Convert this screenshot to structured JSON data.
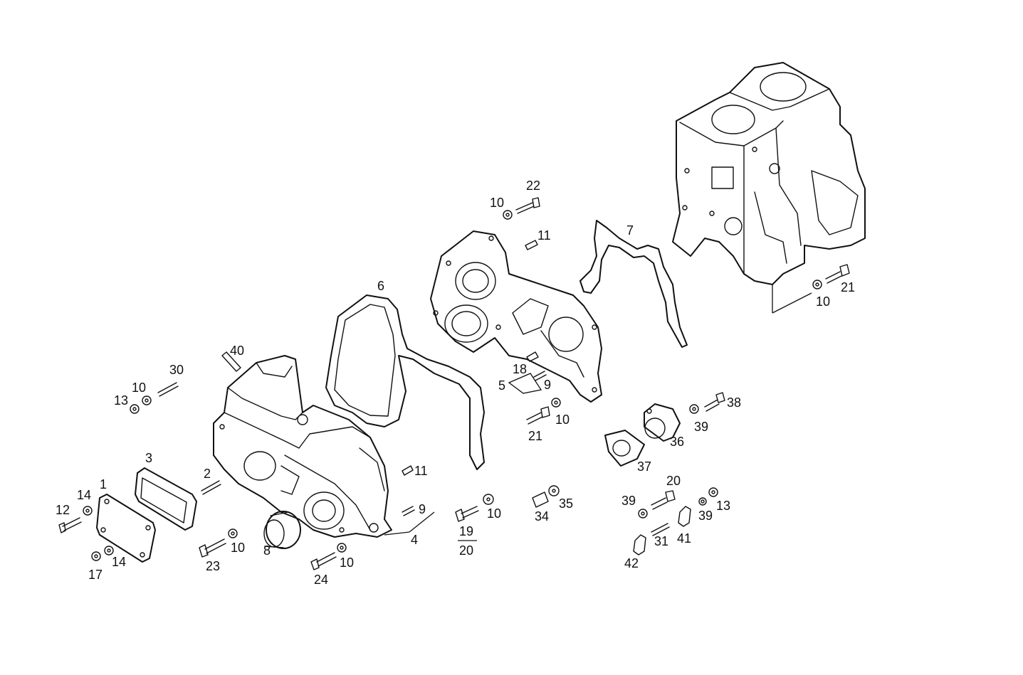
{
  "callouts": [
    {
      "id": "c1",
      "text": "1"
    },
    {
      "id": "c2",
      "text": "2"
    },
    {
      "id": "c3",
      "text": "3"
    },
    {
      "id": "c4",
      "text": "4"
    },
    {
      "id": "c5",
      "text": "5"
    },
    {
      "id": "c6",
      "text": "6"
    },
    {
      "id": "c7",
      "text": "7"
    },
    {
      "id": "c8",
      "text": "8"
    },
    {
      "id": "c9a",
      "text": "9"
    },
    {
      "id": "c9b",
      "text": "9"
    },
    {
      "id": "c10a",
      "text": "10"
    },
    {
      "id": "c10b",
      "text": "10"
    },
    {
      "id": "c10c",
      "text": "10"
    },
    {
      "id": "c10d",
      "text": "10"
    },
    {
      "id": "c10e",
      "text": "10"
    },
    {
      "id": "c10f",
      "text": "10"
    },
    {
      "id": "c10g",
      "text": "10"
    },
    {
      "id": "c11a",
      "text": "11"
    },
    {
      "id": "c11b",
      "text": "11"
    },
    {
      "id": "c12",
      "text": "12"
    },
    {
      "id": "c13a",
      "text": "13"
    },
    {
      "id": "c13b",
      "text": "13"
    },
    {
      "id": "c14a",
      "text": "14"
    },
    {
      "id": "c14b",
      "text": "14"
    },
    {
      "id": "c17",
      "text": "17"
    },
    {
      "id": "c18",
      "text": "18"
    },
    {
      "id": "c19",
      "text": "19"
    },
    {
      "id": "c20a",
      "text": "20"
    },
    {
      "id": "c20b",
      "text": "20"
    },
    {
      "id": "c21a",
      "text": "21"
    },
    {
      "id": "c21b",
      "text": "21"
    },
    {
      "id": "c22",
      "text": "22"
    },
    {
      "id": "c23",
      "text": "23"
    },
    {
      "id": "c24",
      "text": "24"
    },
    {
      "id": "c30",
      "text": "30"
    },
    {
      "id": "c31",
      "text": "31"
    },
    {
      "id": "c34",
      "text": "34"
    },
    {
      "id": "c35",
      "text": "35"
    },
    {
      "id": "c36",
      "text": "36"
    },
    {
      "id": "c37",
      "text": "37"
    },
    {
      "id": "c38",
      "text": "38"
    },
    {
      "id": "c39a",
      "text": "39"
    },
    {
      "id": "c39b",
      "text": "39"
    },
    {
      "id": "c39c",
      "text": "39"
    },
    {
      "id": "c40",
      "text": "40"
    },
    {
      "id": "c41",
      "text": "41"
    },
    {
      "id": "c42",
      "text": "42"
    }
  ]
}
